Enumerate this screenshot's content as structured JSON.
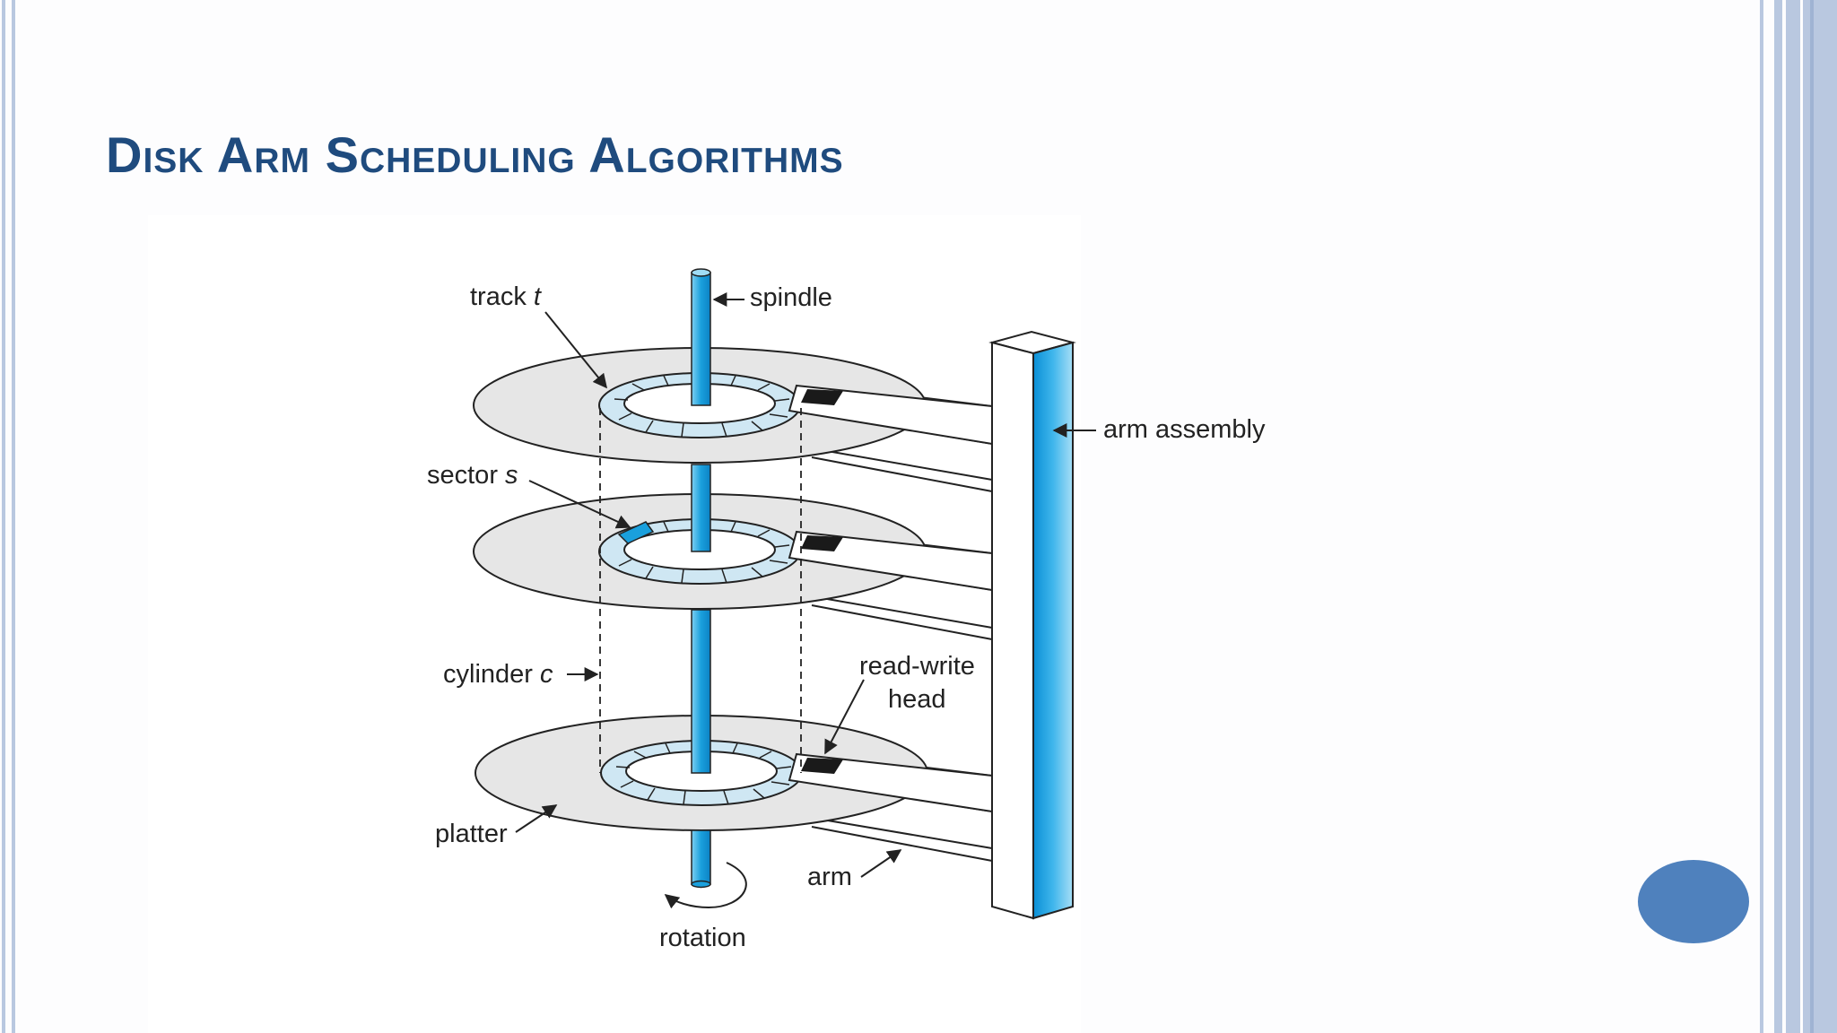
{
  "slide": {
    "title": "Disk Arm Scheduling Algorithms"
  },
  "diagram": {
    "labels": {
      "track": "track",
      "track_var": "t",
      "spindle": "spindle",
      "arm_assembly": "arm assembly",
      "sector": "sector",
      "sector_var": "s",
      "cylinder": "cylinder",
      "cylinder_var": "c",
      "read_write_1": "read-write",
      "read_write_2": "head",
      "platter": "platter",
      "arm": "arm",
      "rotation": "rotation"
    }
  },
  "colors": {
    "title": "#1f4b7e",
    "spindle": "#2aa8e0",
    "track": "#cfe7f3",
    "platter": "#e6e6e6",
    "frame": "#b9c8e0",
    "nav_circle": "#4f81bd"
  }
}
